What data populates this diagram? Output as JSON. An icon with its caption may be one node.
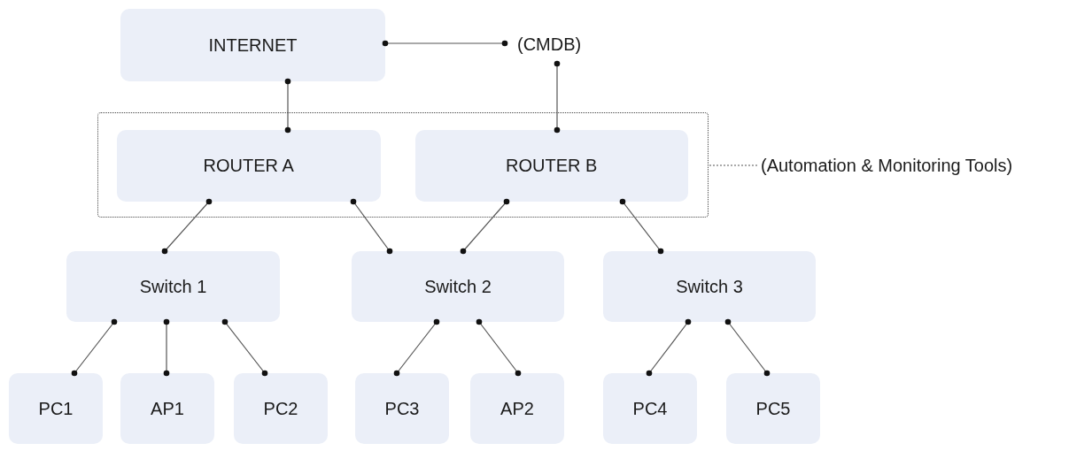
{
  "diagram": {
    "nodes": [
      {
        "text": [
          "INTERNET"
        ]
      },
      {
        "text": [
          "(CMDB)"
        ]
      },
      {
        "text": [],
        "shape": "box"
      },
      {
        "text": [
          "ROUTER A"
        ],
        "in": 2
      },
      {
        "text": [
          "ROUTER B"
        ],
        "in": 2
      },
      {
        "text": [
          "(Automation & Monitoring Tools)"
        ]
      },
      {
        "text": [
          "Switch 1"
        ]
      },
      {
        "text": [
          "Switch 2"
        ]
      },
      {
        "text": [
          "Switch 3"
        ]
      },
      {
        "text": [
          "PC1"
        ]
      },
      {
        "text": [
          "AP1"
        ]
      },
      {
        "text": [
          "PC2"
        ]
      },
      {
        "text": [
          "PC3"
        ]
      },
      {
        "text": [
          "AP2"
        ]
      },
      {
        "text": [
          "PC4"
        ]
      },
      {
        "text": [
          "PC5"
        ]
      }
    ],
    "edges": [
      {
        "from": 0,
        "to": 1,
        "arrow": "other"
      },
      {
        "from": 0,
        "to": 3,
        "arrow": "other"
      },
      {
        "from": 1,
        "to": 4,
        "arrow": "other"
      },
      {
        "from": 5,
        "to": 2,
        "arrow": "none",
        "style": "dashed"
      },
      {
        "from": 3,
        "to": 6,
        "arrow": "other"
      },
      {
        "from": 3,
        "to": 7,
        "arrow": "other"
      },
      {
        "from": 4,
        "to": 7,
        "arrow": "other"
      },
      {
        "from": 4,
        "to": 8,
        "arrow": "other"
      },
      {
        "from": 6,
        "to": 9,
        "arrow": "other"
      },
      {
        "from": 6,
        "to": 10,
        "arrow": "other"
      },
      {
        "from": 6,
        "to": 11,
        "arrow": "other"
      },
      {
        "from": 7,
        "to": 12,
        "arrow": "other"
      },
      {
        "from": 7,
        "to": 13,
        "arrow": "other"
      },
      {
        "from": 8,
        "to": 14,
        "arrow": "other"
      },
      {
        "from": 8,
        "to": 15,
        "arrow": "other"
      }
    ]
  }
}
